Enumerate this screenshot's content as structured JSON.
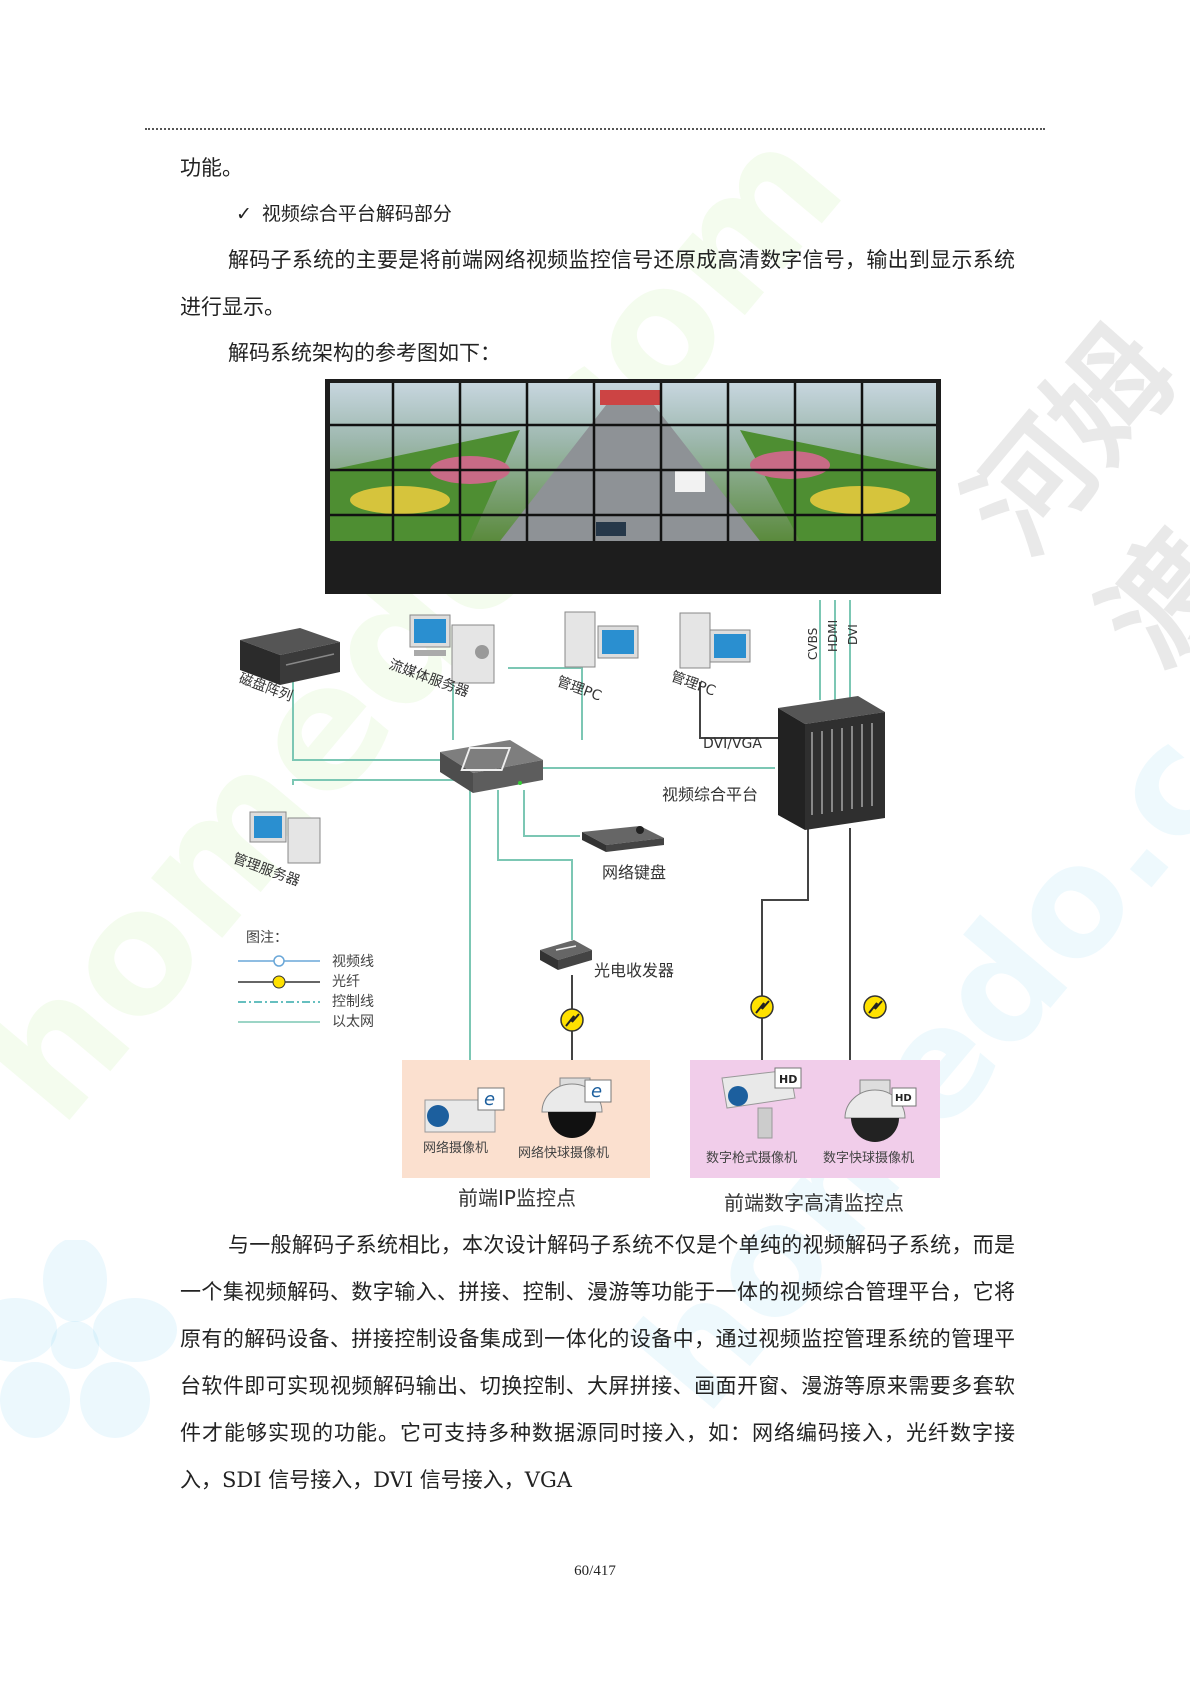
{
  "doc": {
    "line_intro": "功能。",
    "bullet": "视频综合平台解码部分",
    "para1": "解码子系统的主要是将前端网络视频监控信号还原成高清数字信号，输出到显示系统进行显示。",
    "para2": "解码系统架构的参考图如下：",
    "para3": "与一般解码子系统相比，本次设计解码子系统不仅是个单纯的视频解码子系统，而是一个集视频解码、数字输入、拼接、控制、漫游等功能于一体的视频综合管理平台，它将原有的解码设备、拼接控制设备集成到一体化的设备中，通过视频监控管理系统的管理平台软件即可实现视频解码输出、切换控制、大屏拼接、画面开窗、漫游等原来需要多套软件才能够实现的功能。它可支持多种数据源同时接入，如：网络编码接入，光纤数字接入，SDI 信号接入，DVI 信号接入，VGA",
    "page_number": "60/417"
  },
  "diagram": {
    "labels": {
      "disk_array": "磁盘阵列",
      "stream_server": "流媒体服务器",
      "mgmt_pc_1": "管理PC",
      "mgmt_pc_2": "管理PC",
      "dvi_vga": "DVI/VGA",
      "platform": "视频综合平台",
      "mgmt_server": "管理服务器",
      "net_keyboard": "网络键盘",
      "optical_transceiver": "光电收发器",
      "cvbs": "CVBS",
      "hdmi": "HDMI",
      "dvi": "DVI",
      "ip_camera": "网络摄像机",
      "ip_speed_dome": "网络快球摄像机",
      "hd_bullet": "数字枪式摄像机",
      "hd_speed_dome": "数字快球摄像机",
      "ip_group": "前端IP监控点",
      "hd_group": "前端数字高清监控点",
      "hd_badge": "HD",
      "ie_badge": "e"
    },
    "legend": {
      "title": "图注：",
      "items": [
        "视频线",
        "光纤",
        "控制线",
        "以太网"
      ]
    }
  },
  "watermark": {
    "latin": "homedo.com",
    "cjk": "河姆渡"
  }
}
